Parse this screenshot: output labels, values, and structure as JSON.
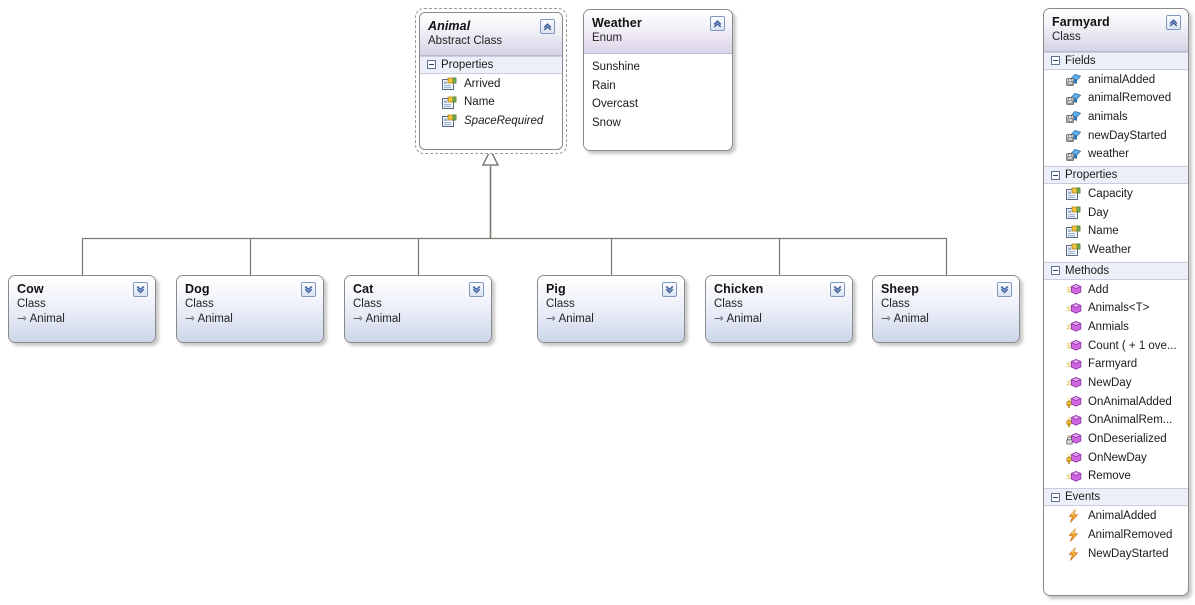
{
  "diagram": {
    "tool": "class-designer",
    "colors": {
      "header_top": "#ffffff",
      "header_bottom": "#d4d4e6",
      "section_bg": "#edf0f8",
      "border": "#8a8a8a",
      "connector": "#7a7a72",
      "field_icon": "#3a7fd5",
      "property_icon": "#e8b030",
      "method_icon": "#b45ad0",
      "event_icon": "#f0a22a"
    }
  },
  "shapes": {
    "animal": {
      "title": "Animal",
      "stereotype": "Abstract Class",
      "toggle": "chevron-up-double",
      "sections": [
        {
          "name": "Properties",
          "members": [
            {
              "label": "Arrived",
              "icon": "property-icon",
              "italic": false
            },
            {
              "label": "Name",
              "icon": "property-icon",
              "italic": false
            },
            {
              "label": "SpaceRequired",
              "icon": "property-icon",
              "italic": true
            }
          ]
        }
      ]
    },
    "weather": {
      "title": "Weather",
      "stereotype": "Enum",
      "toggle": "chevron-up-double",
      "values": [
        "Sunshine",
        "Rain",
        "Overcast",
        "Snow"
      ]
    },
    "farmyard": {
      "title": "Farmyard",
      "stereotype": "Class",
      "toggle": "chevron-up-double",
      "sections": [
        {
          "name": "Fields",
          "members": [
            {
              "label": "animalAdded",
              "icon": "field-icon"
            },
            {
              "label": "animalRemoved",
              "icon": "field-icon"
            },
            {
              "label": "animals",
              "icon": "field-icon"
            },
            {
              "label": "newDayStarted",
              "icon": "field-icon"
            },
            {
              "label": "weather",
              "icon": "field-icon"
            }
          ]
        },
        {
          "name": "Properties",
          "members": [
            {
              "label": "Capacity",
              "icon": "property-icon"
            },
            {
              "label": "Day",
              "icon": "property-icon"
            },
            {
              "label": "Name",
              "icon": "property-icon"
            },
            {
              "label": "Weather",
              "icon": "property-icon"
            }
          ]
        },
        {
          "name": "Methods",
          "members": [
            {
              "label": "Add",
              "icon": "method-icon"
            },
            {
              "label": "Animals<T>",
              "icon": "method-icon"
            },
            {
              "label": "Anmials",
              "icon": "method-icon"
            },
            {
              "label": "Count ( + 1 ove...",
              "icon": "method-icon"
            },
            {
              "label": "Farmyard",
              "icon": "method-icon"
            },
            {
              "label": "NewDay",
              "icon": "method-icon"
            },
            {
              "label": "OnAnimalAdded",
              "icon": "method-protected-icon"
            },
            {
              "label": "OnAnimalRem...",
              "icon": "method-protected-icon"
            },
            {
              "label": "OnDeserialized",
              "icon": "method-private-icon"
            },
            {
              "label": "OnNewDay",
              "icon": "method-protected-icon"
            },
            {
              "label": "Remove",
              "icon": "method-icon"
            }
          ]
        },
        {
          "name": "Events",
          "members": [
            {
              "label": "AnimalAdded",
              "icon": "event-icon"
            },
            {
              "label": "AnimalRemoved",
              "icon": "event-icon"
            },
            {
              "label": "NewDayStarted",
              "icon": "event-icon"
            }
          ]
        }
      ]
    }
  },
  "derived": [
    {
      "title": "Cow",
      "stereotype": "Class",
      "base": "Animal",
      "toggle": "chevron-down-double"
    },
    {
      "title": "Dog",
      "stereotype": "Class",
      "base": "Animal",
      "toggle": "chevron-down-double"
    },
    {
      "title": "Cat",
      "stereotype": "Class",
      "base": "Animal",
      "toggle": "chevron-down-double"
    },
    {
      "title": "Pig",
      "stereotype": "Class",
      "base": "Animal",
      "toggle": "chevron-down-double"
    },
    {
      "title": "Chicken",
      "stereotype": "Class",
      "base": "Animal",
      "toggle": "chevron-down-double"
    },
    {
      "title": "Sheep",
      "stereotype": "Class",
      "base": "Animal",
      "toggle": "chevron-down-double"
    }
  ],
  "inheritance_arrow_glyph": "⇾"
}
